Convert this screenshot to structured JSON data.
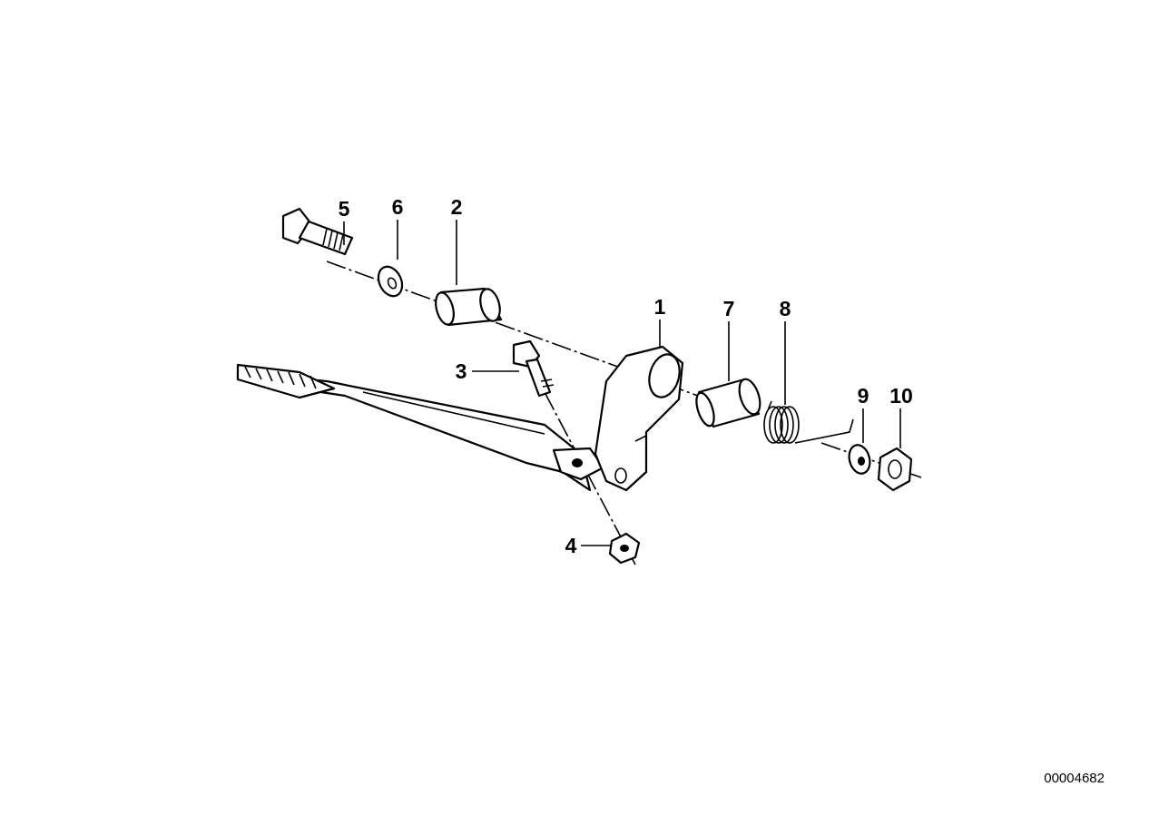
{
  "callouts": [
    {
      "id": "c1",
      "label": "1"
    },
    {
      "id": "c2",
      "label": "2"
    },
    {
      "id": "c3",
      "label": "3"
    },
    {
      "id": "c4",
      "label": "4"
    },
    {
      "id": "c5",
      "label": "5"
    },
    {
      "id": "c6",
      "label": "6"
    },
    {
      "id": "c7",
      "label": "7"
    },
    {
      "id": "c8",
      "label": "8"
    },
    {
      "id": "c9",
      "label": "9"
    },
    {
      "id": "c10",
      "label": "10"
    }
  ],
  "catalog_number": "00004682"
}
